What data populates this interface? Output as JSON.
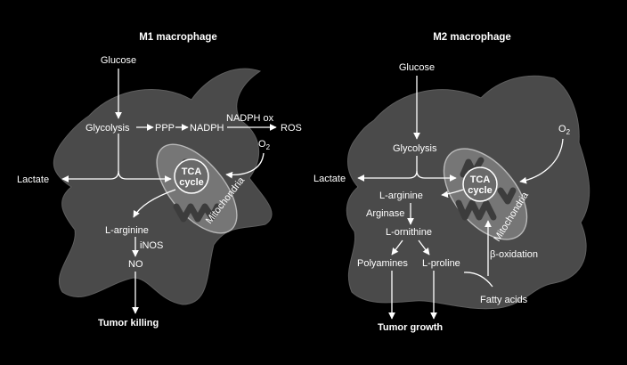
{
  "m1": {
    "title": "M1 macrophage",
    "glucose": "Glucose",
    "glycolysis": "Glycolysis",
    "ppp": "PPP",
    "nadph": "NADPH",
    "nadph_ox": "NADPH ox",
    "ros": "ROS",
    "o2": "O",
    "o2_sub": "2",
    "lactate": "Lactate",
    "tca_line1": "TCA",
    "tca_line2": "cycle",
    "mitochondria": "Mitochondria",
    "l_arginine": "L-arginine",
    "inos": "iNOS",
    "no": "NO",
    "outcome": "Tumor killing"
  },
  "m2": {
    "title": "M2 macrophage",
    "glucose": "Glucose",
    "glycolysis": "Glycolysis",
    "o2": "O",
    "o2_sub": "2",
    "lactate": "Lactate",
    "tca_line1": "TCA",
    "tca_line2": "cycle",
    "mitochondria": "Mitochondria",
    "l_arginine": "L-arginine",
    "arginase": "Arginase",
    "l_ornithine": "L-ornithine",
    "polyamines": "Polyamines",
    "l_proline": "L-proline",
    "beta_oxidation": "β-oxidation",
    "fatty_acids": "Fatty acids",
    "outcome": "Tumor growth"
  }
}
